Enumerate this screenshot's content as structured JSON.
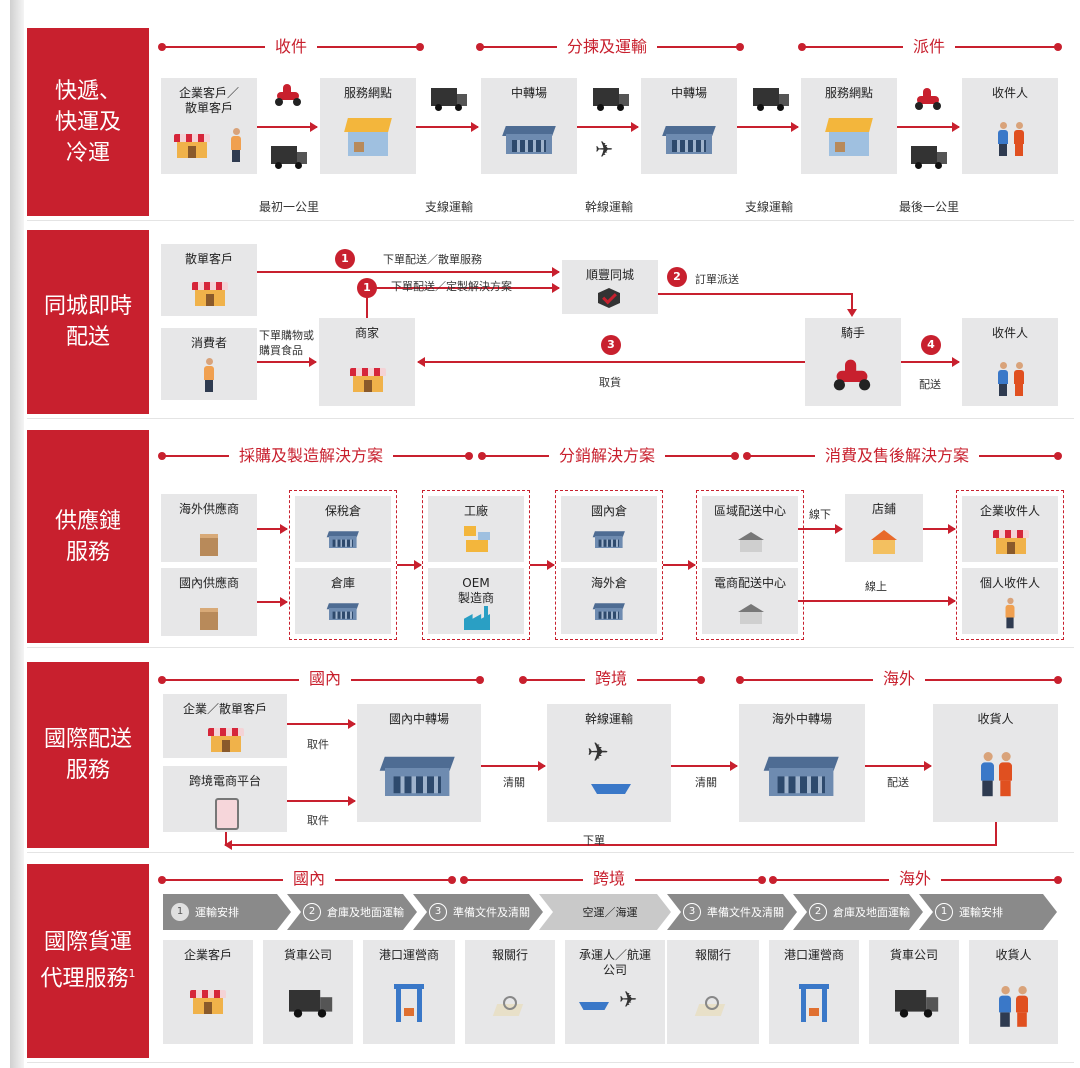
{
  "colors": {
    "accent": "#c8202e",
    "box": "#e7e7e8",
    "chevron": "#8a8a8a"
  },
  "express": {
    "label": "快遞、\n快運及\n冷運",
    "phases": [
      "收件",
      "分揀及運輸",
      "派件"
    ],
    "nodes": [
      "企業客戶／\n散單客戶",
      "服務網點",
      "中轉場",
      "中轉場",
      "服務網點",
      "收件人"
    ],
    "links": [
      "最初一公里",
      "支線運輸",
      "幹線運輸",
      "支線運輸",
      "最後一公里"
    ]
  },
  "intracity": {
    "label": "同城即時\n配送",
    "nodes": {
      "individual": "散單客戶",
      "consumer": "消費者",
      "merchant": "商家",
      "sf": "順豐同城",
      "rider": "騎手",
      "recipient": "收件人"
    },
    "steps": {
      "s1a": "下單配送／散單服務",
      "s1b": "下單配送／定製解決方案",
      "s2": "訂單派送",
      "s3": "取貨",
      "s4": "配送",
      "consumer_order": "下單購物或\n購買食品"
    },
    "numbers": [
      "1",
      "1",
      "2",
      "3",
      "4"
    ]
  },
  "supply": {
    "label": "供應鏈\n服務",
    "phases": [
      "採購及製造解決方案",
      "分銷解決方案",
      "消費及售後解決方案"
    ],
    "suppliers": [
      "海外供應商",
      "國內供應商"
    ],
    "warehouses1": [
      "保稅倉",
      "倉庫"
    ],
    "factories": [
      "工廠",
      "OEM\n製造商"
    ],
    "warehouses2": [
      "國內倉",
      "海外倉"
    ],
    "centers": [
      "區域配送中心",
      "電商配送中心"
    ],
    "store": "店鋪",
    "offline": "線下",
    "online": "線上",
    "recipients": [
      "企業收件人",
      "個人收件人"
    ]
  },
  "intl": {
    "label": "國際配送\n服務",
    "phases": [
      "國內",
      "跨境",
      "海外"
    ],
    "sources": [
      "企業／散單客戶",
      "跨境電商平台"
    ],
    "pickup": "取件",
    "nodes": [
      "國內中轉場",
      "幹線運輸",
      "海外中轉場",
      "收貨人"
    ],
    "clearance": "清關",
    "delivery": "配送",
    "order": "下單"
  },
  "freight": {
    "label": "國際貨運\n代理服務",
    "footnote": "1",
    "phases": [
      "國內",
      "跨境",
      "海外"
    ],
    "chevrons": [
      {
        "n": "1",
        "text": "運輸安排"
      },
      {
        "n": "2",
        "text": "倉庫及地面運輸"
      },
      {
        "n": "3",
        "text": "準備文件及清關"
      },
      {
        "n": "",
        "text": "空運／海運"
      },
      {
        "n": "3",
        "text": "準備文件及清關"
      },
      {
        "n": "2",
        "text": "倉庫及地面運輸"
      },
      {
        "n": "1",
        "text": "運輸安排"
      }
    ],
    "parties": [
      "企業客戶",
      "貨車公司",
      "港口運營商",
      "報關行",
      "承運人／航運\n公司",
      "報關行",
      "港口運營商",
      "貨車公司",
      "收貨人"
    ]
  }
}
